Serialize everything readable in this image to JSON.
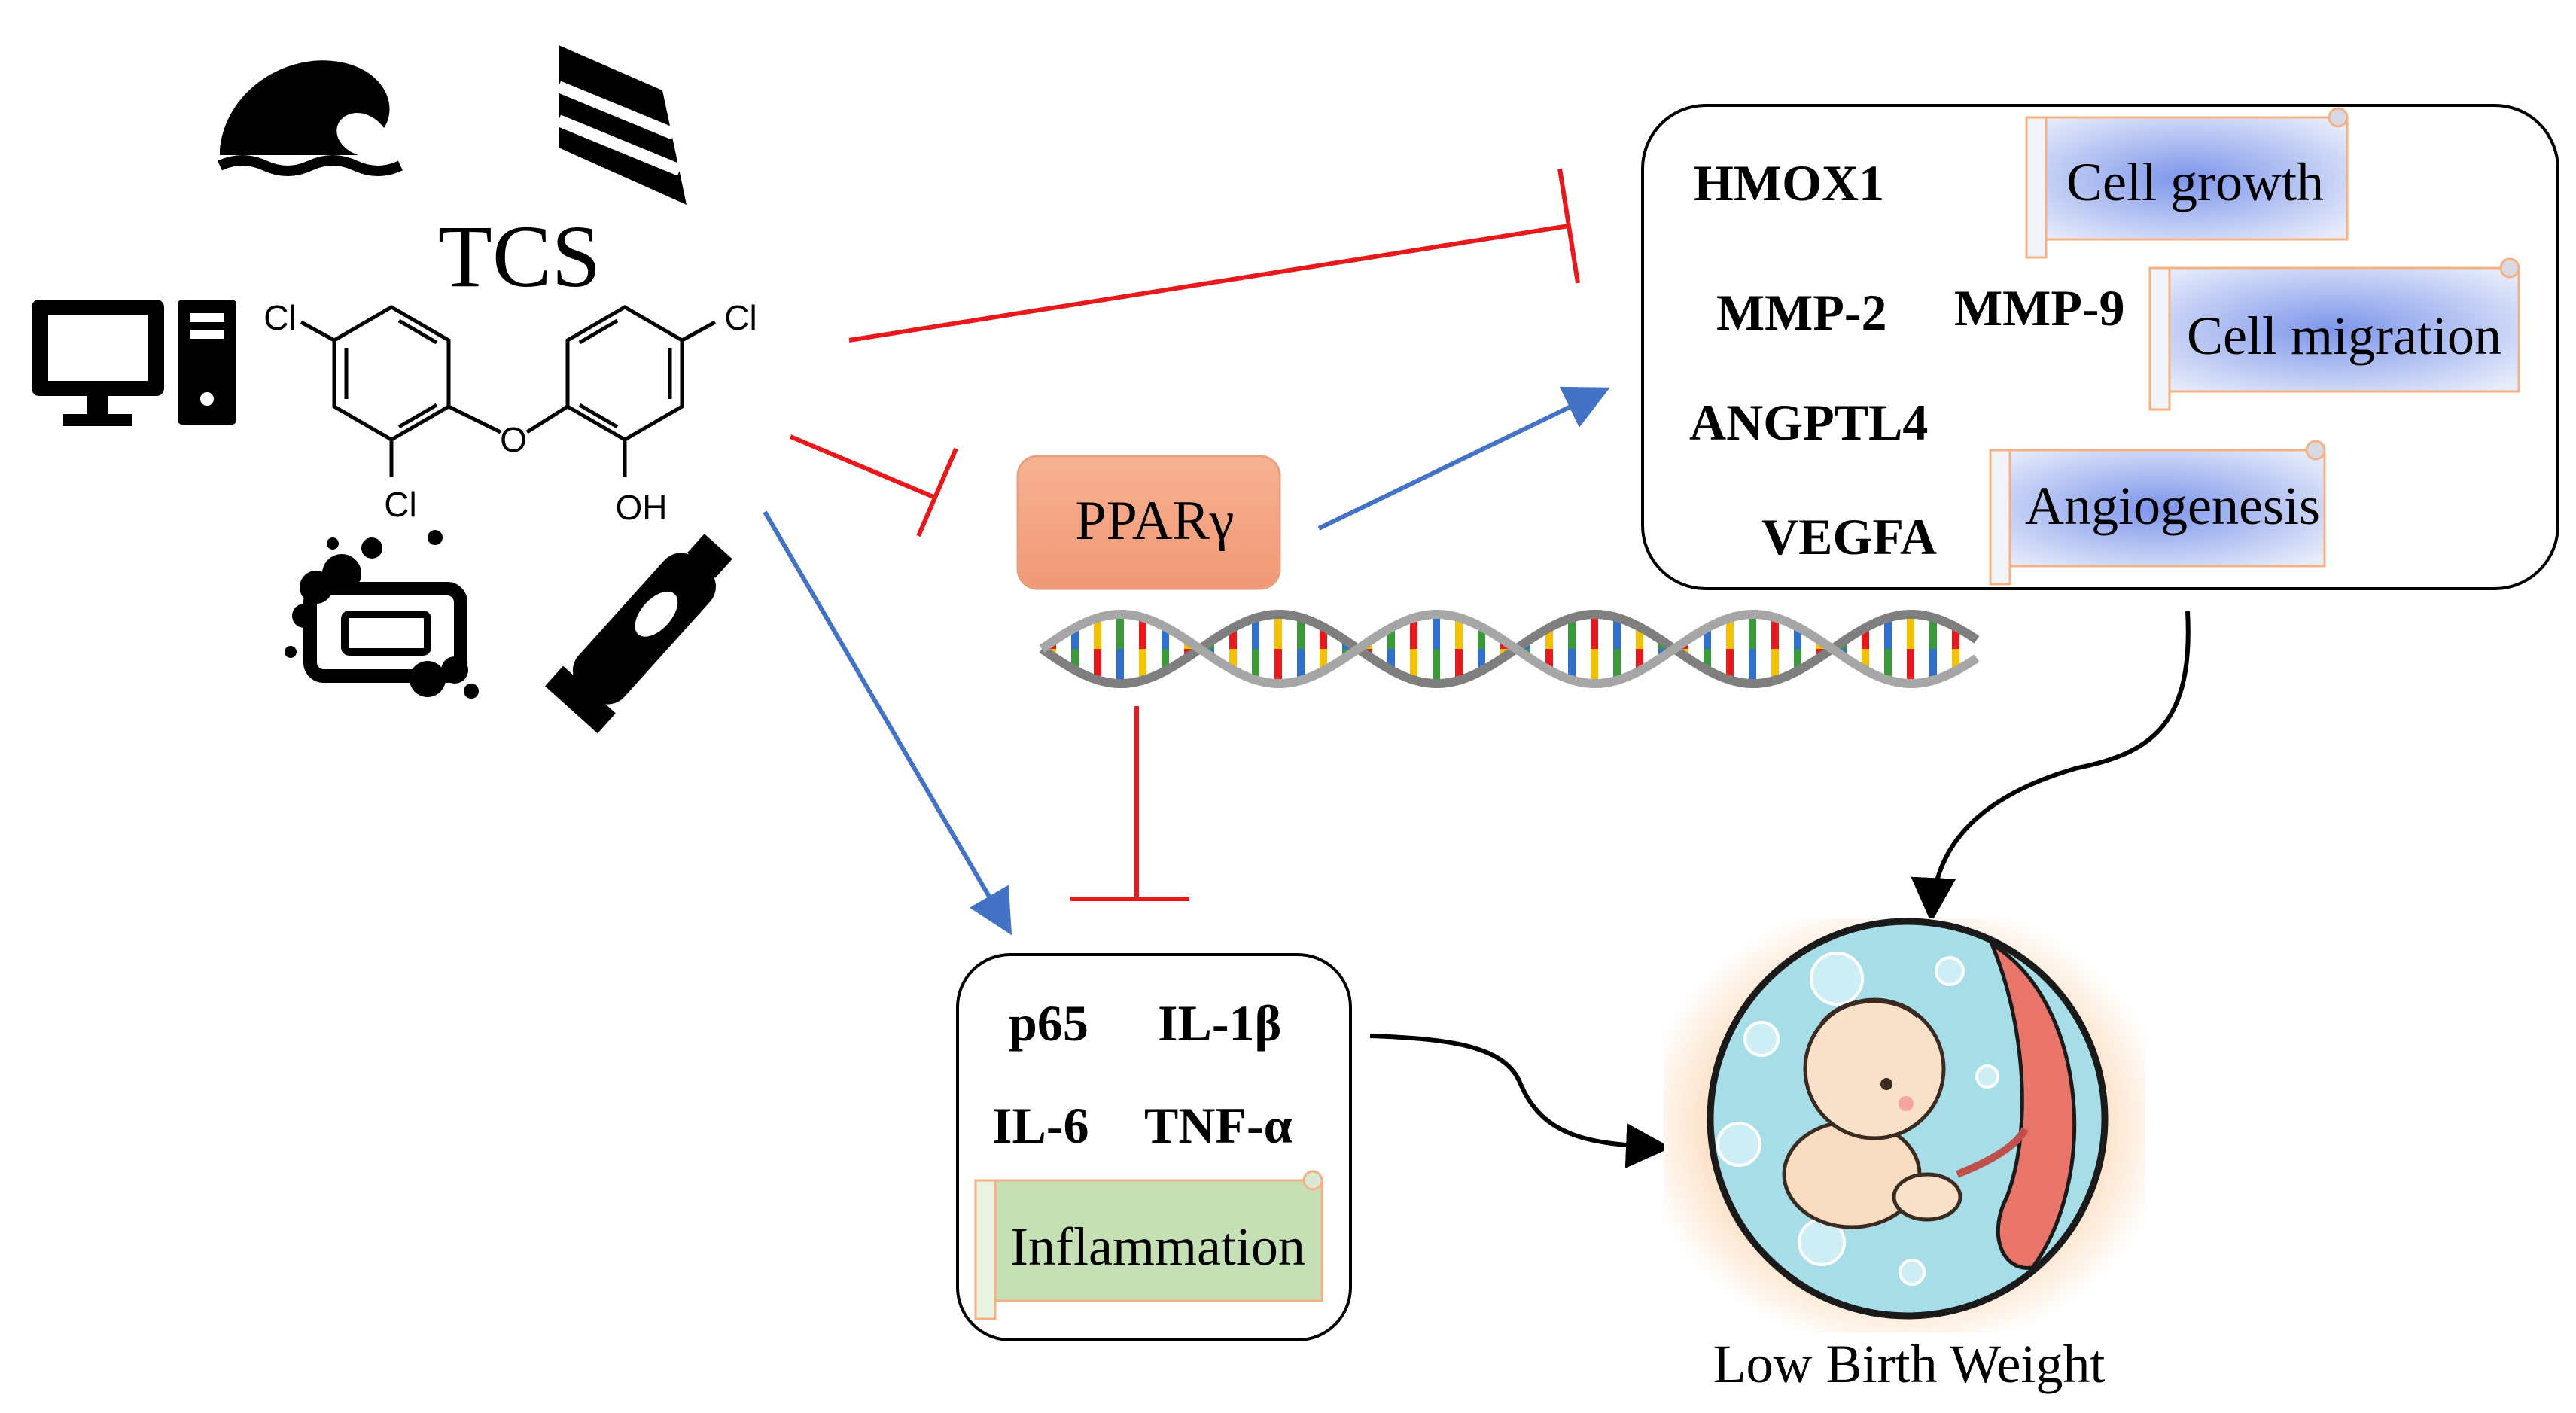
{
  "compound": {
    "name": "TCS",
    "substituents": {
      "cl_left": "Cl",
      "cl_right": "Cl",
      "cl_bottom": "Cl",
      "oxygen": "O",
      "hydroxyl": "OH"
    }
  },
  "source_icons": [
    "wave-icon",
    "cake-icon",
    "computer-icon",
    "soap-icon",
    "toothpaste-icon"
  ],
  "ppar": {
    "label": "PPARγ",
    "color": "#f4a383"
  },
  "top_box": {
    "genes": [
      "HMOX1",
      "MMP-2",
      "MMP-9",
      "ANGPTL4",
      "VEGFA"
    ],
    "outcomes": [
      "Cell growth",
      "Cell migration",
      "Angiogenesis"
    ]
  },
  "bottom_box": {
    "genes": [
      "p65",
      "IL-1β",
      "IL-6",
      "TNF-α"
    ],
    "outcome": "Inflammation"
  },
  "fetus_caption": "Low Birth Weight",
  "colors": {
    "inhibit": "#e8191c",
    "activate": "#4472c4",
    "blue_scroll": "#8aa2e6",
    "green_scroll": "#c5e0b4",
    "scroll_border": "#f4b183"
  }
}
